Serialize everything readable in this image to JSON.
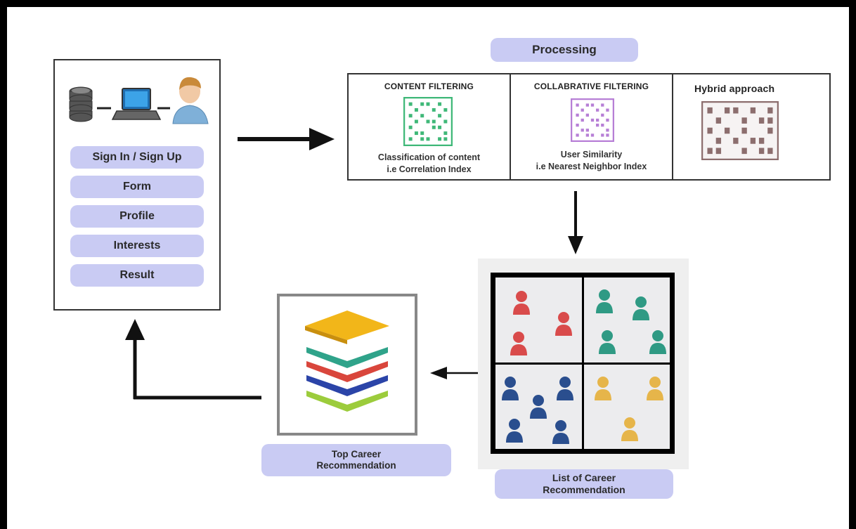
{
  "left_panel": {
    "icons": [
      "database-icon",
      "laptop-icon",
      "user-icon"
    ],
    "menu": [
      "Sign In / Sign Up",
      "Form",
      "Profile",
      "Interests",
      "Result"
    ]
  },
  "processing": {
    "title": "Processing",
    "columns": [
      {
        "title": "CONTENT FILTERING",
        "desc_line1": "Classification of content",
        "desc_line2": "i.e Correlation Index",
        "color": "#3fb878"
      },
      {
        "title": "COLLABRATIVE FILTERING",
        "desc_line1": "User Similarity",
        "desc_line2": "i.e Nearest Neighbor Index",
        "color": "#b77fd6"
      },
      {
        "title": "Hybrid approach",
        "color": "#8c6e6e"
      }
    ]
  },
  "list_label": "List of Career Recommendation",
  "top_label": "Top Career Recommendation",
  "cluster_colors": {
    "red": "#d94b4b",
    "green": "#2f9a84",
    "blue": "#2a4e8e",
    "yellow": "#e6b54a"
  },
  "layer_colors": [
    "#f2b619",
    "#2fa38a",
    "#d9463c",
    "#2b44a8",
    "#9ccc3c"
  ]
}
